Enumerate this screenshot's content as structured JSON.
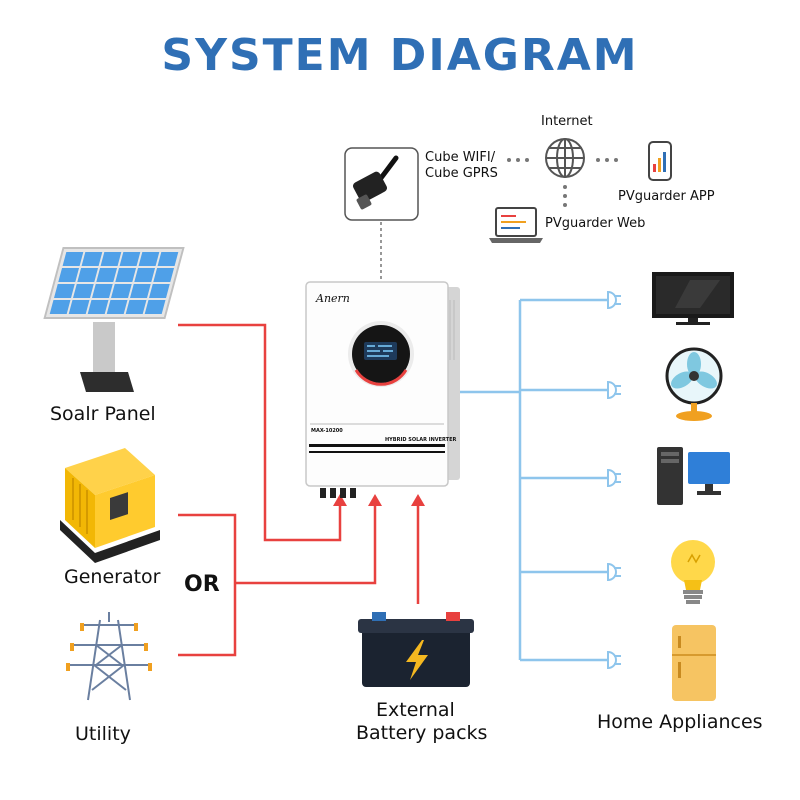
{
  "title": "SYSTEM DIAGRAM",
  "colors": {
    "title": "#2f6fb5",
    "input_line": "#e8413f",
    "output_line": "#8ec5ec",
    "dotted": "#777777"
  },
  "labels": {
    "solar_panel": "Soalr Panel",
    "generator": "Generator",
    "or": "OR",
    "utility": "Utility",
    "battery_line1": "External",
    "battery_line2": "Battery packs",
    "home_appliances": "Home Appliances",
    "cube_line1": "Cube WIFI/",
    "cube_line2": "Cube  GPRS",
    "internet": "Internet",
    "app": "PVguarder APP",
    "web": "PVguarder Web"
  },
  "inverter": {
    "brand": "Anern",
    "model": "MAX-10200",
    "caption": "HYBRID SOLAR INVERTER"
  },
  "icons": {
    "solar_panel": "solar-panel-icon",
    "generator": "generator-icon",
    "utility": "power-tower-icon",
    "battery": "battery-icon",
    "wifi_module": "wifi-dongle-icon",
    "globe": "globe-icon",
    "phone": "smartphone-icon",
    "laptop": "laptop-icon",
    "tv": "tv-icon",
    "fan": "fan-icon",
    "computer": "desktop-computer-icon",
    "bulb": "light-bulb-icon",
    "fridge": "refrigerator-icon",
    "plug": "plug-icon"
  }
}
